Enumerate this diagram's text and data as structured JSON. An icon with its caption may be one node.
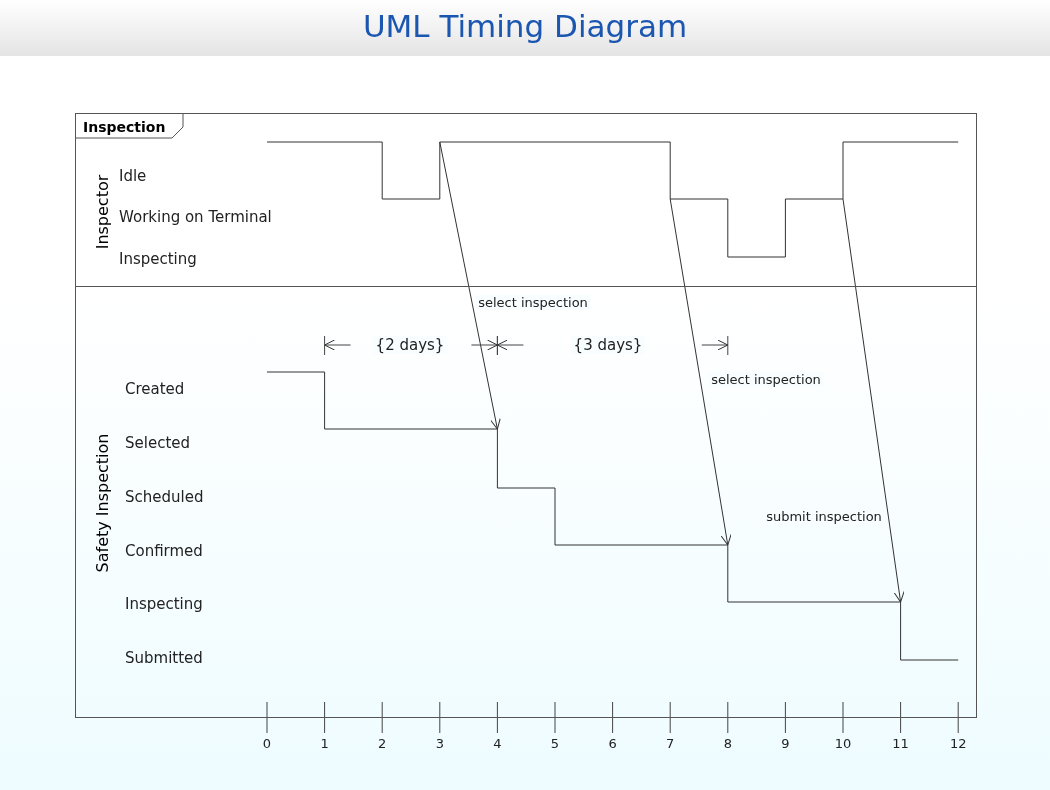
{
  "diagram": {
    "title": "UML Timing Diagram",
    "nodes": [
      {
        "text": [
          "Inspection"
        ]
      },
      {
        "text": [
          "Inspector"
        ],
        "in": 0
      },
      {
        "text": [
          "Safety Inspection"
        ],
        "in": 0
      }
    ],
    "edges": [
      {
        "from": 1,
        "to": 2,
        "arrow": "to",
        "label": "select inspection"
      },
      {
        "from": 1,
        "to": 2,
        "arrow": "to",
        "label": "select inspection"
      },
      {
        "from": 1,
        "to": 2,
        "arrow": "to",
        "label": "submit inspection"
      }
    ],
    "labels": [
      "Idle",
      "Working on Terminal",
      "Inspecting",
      "{2 days}",
      "{3 days}",
      "Created",
      "Selected",
      "Scheduled",
      "Confirmed",
      "Inspecting",
      "Submitted",
      "0",
      "1",
      "2",
      "3",
      "4",
      "5",
      "6",
      "7",
      "8",
      "9",
      "10",
      "11",
      "12"
    ]
  }
}
